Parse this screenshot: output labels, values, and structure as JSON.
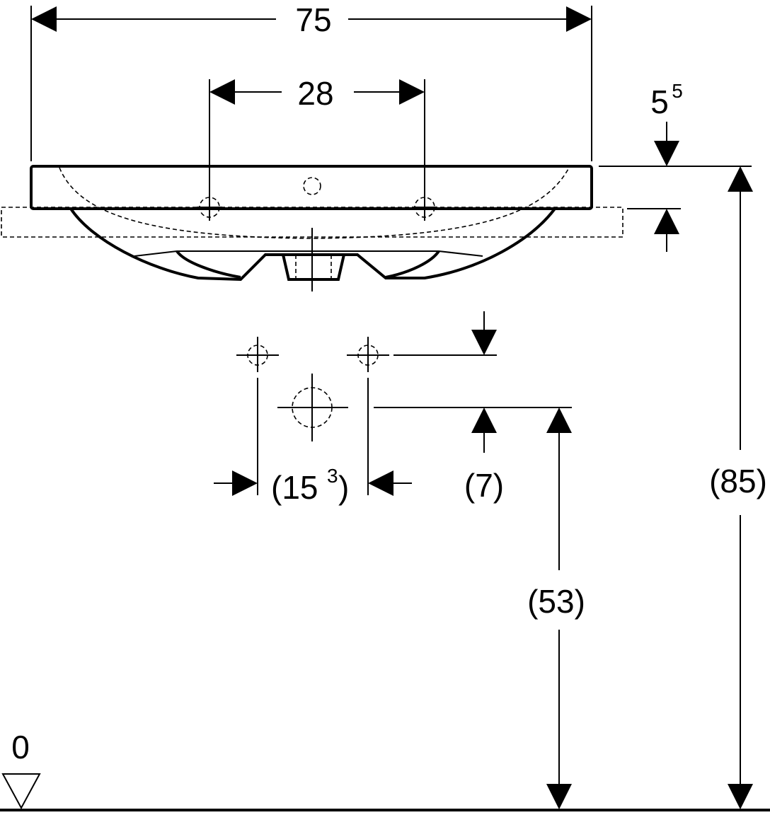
{
  "dimensions": {
    "overall_width": "75",
    "tap_hole_spacing": "28",
    "rim_thickness": "5",
    "rim_thickness_sup": "5",
    "waste_spacing": "(15",
    "waste_spacing_sup": "3",
    "waste_spacing_close": ")",
    "waste_offset": "(7)",
    "waste_height": "(53)",
    "rim_height": "(85)",
    "floor_level": "0"
  }
}
